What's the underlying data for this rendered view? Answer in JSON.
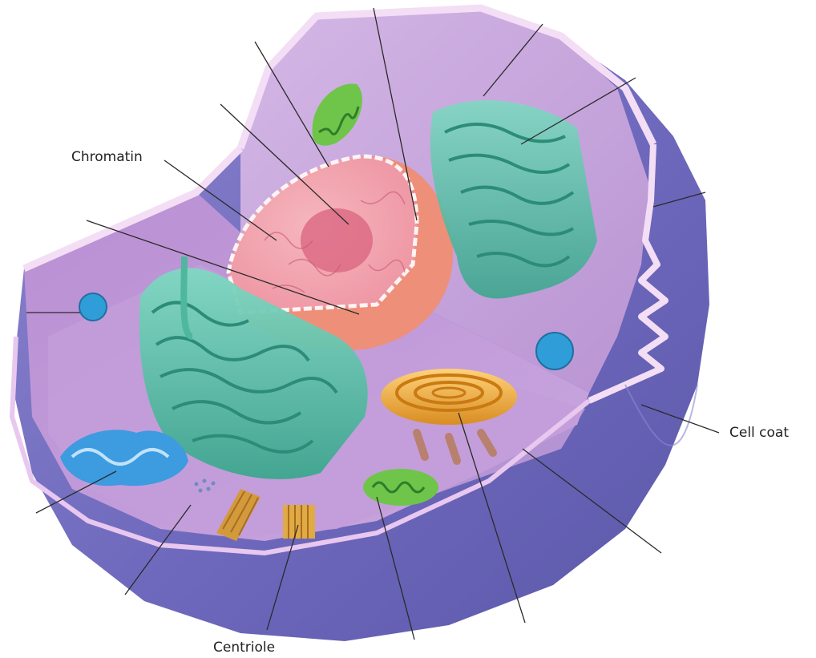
{
  "labels": {
    "chromatin": "Chromatin",
    "cell_coat": "Cell coat",
    "centriole": "Centriole"
  },
  "colors": {
    "cytoplasm": "#c7a6dc",
    "membrane": "#f2dcf4",
    "outer_shell": "#6b66b8",
    "nucleus": "#f08f7e",
    "nucleoplasm": "#f3aab4",
    "endoplasmic_reticulum": "#5dbfa8",
    "golgi": "#eeaa3c",
    "mitochondrion": "#7ccf52",
    "lysosome": "#2f9ed8",
    "smooth_er": "#3d9be0"
  }
}
